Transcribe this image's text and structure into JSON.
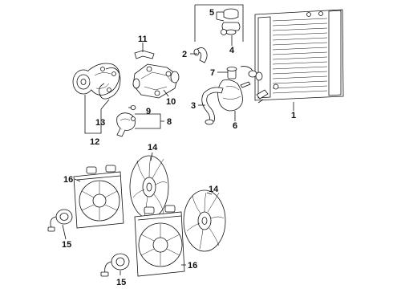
{
  "callouts": [
    "1",
    "2",
    "3",
    "4",
    "5",
    "6",
    "7",
    "8",
    "9",
    "10",
    "11",
    "12",
    "13",
    "14",
    "14",
    "15",
    "15",
    "16",
    "16"
  ]
}
